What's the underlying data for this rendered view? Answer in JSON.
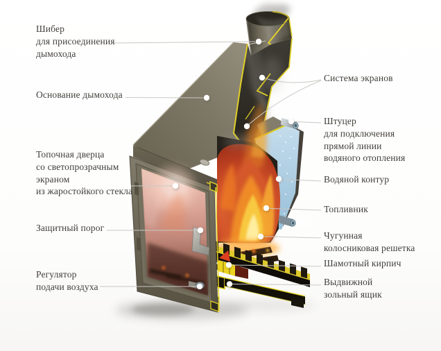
{
  "labels": {
    "flue_damper": "Шибер\nдля присоединения\nдымохода",
    "chimney_base": "Основание дымохода",
    "fire_door": "Топочная дверца\nсо светопрозрачным\nэкраном\nиз жаростойкого стекла",
    "protective_threshold": "Защитный порог",
    "air_regulator": "Регулятор\nподачи воздуха",
    "screen_system": "Система экранов",
    "water_fitting": "Штуцер\nдля подключения\nпрямой линии\nводяного отопления",
    "water_jacket": "Водяной контур",
    "firebox": "Топливник",
    "grate": "Чугунная\nколосниковая решетка",
    "chamotte_brick": "Шамотный кирпич",
    "ash_drawer": "Выдвижной\nзольный ящик"
  },
  "colors": {
    "label_text": "#413e3a",
    "callout_line": "#c9c8c5",
    "callout_dot": "#ffffff",
    "cut_edge_yellow": "#e6d428",
    "body_olive": "#7a7464",
    "water_blue": "#aed0e6",
    "flame_orange": "#f09025",
    "dome_red": "#c84427",
    "glass_glow_pink": "#d99f93"
  }
}
